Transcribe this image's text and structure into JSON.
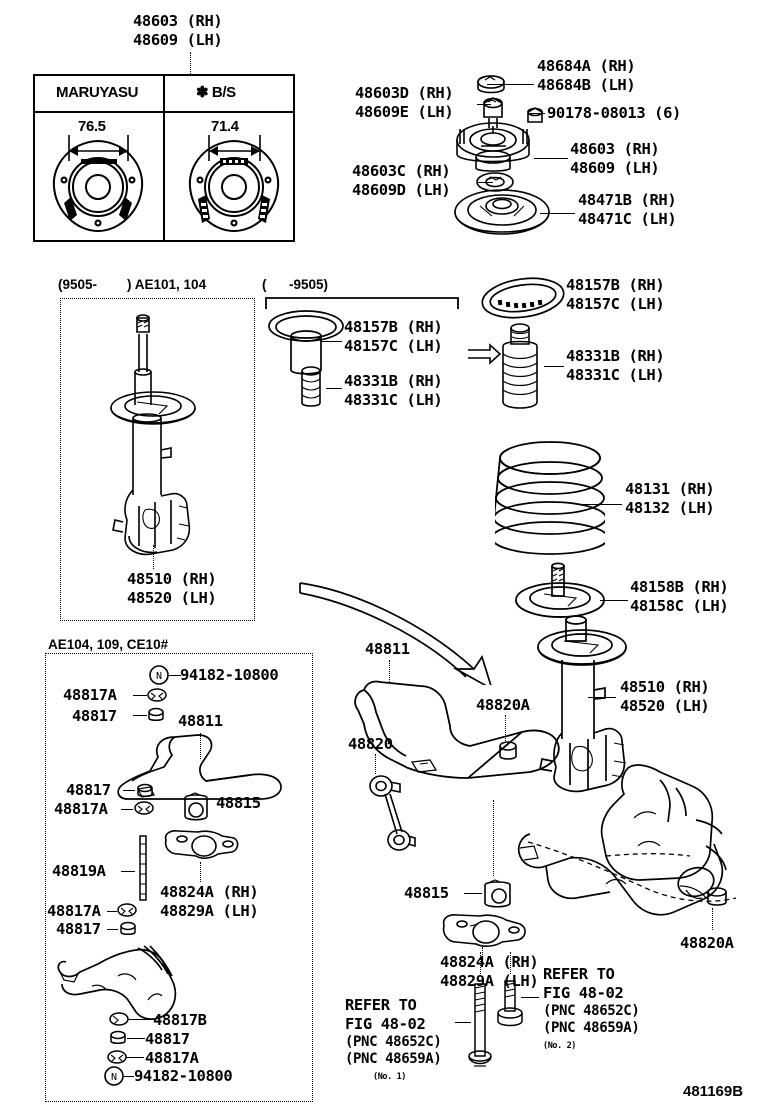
{
  "figure": {
    "id": "481169B",
    "title": "Front Spring & Shock Absorber / Stabilizer"
  },
  "top_callout": {
    "line1": "48603 (RH)",
    "line2": "48609 (LH)"
  },
  "comparison_table": {
    "columns": [
      {
        "header": "MARUYASU",
        "dimension": "76.5"
      },
      {
        "header": "✽ B/S",
        "dimension": "71.4"
      }
    ]
  },
  "top_right_labels": [
    {
      "name": "label-48684",
      "line1": "48684A (RH)",
      "line2": "48684B (LH)"
    },
    {
      "name": "label-48603D",
      "line1": "48603D (RH)",
      "line2": "48609E (LH)"
    },
    {
      "name": "label-90178",
      "line1": "90178-08013 (6)",
      "line2": ""
    },
    {
      "name": "label-48603",
      "line1": "48603 (RH)",
      "line2": "48609 (LH)"
    },
    {
      "name": "label-48603C",
      "line1": "48603C (RH)",
      "line2": "48609D (LH)"
    },
    {
      "name": "label-48471B",
      "line1": "48471B (RH)",
      "line2": "48471C (LH)"
    }
  ],
  "strut_panel": {
    "header": "(9505-        ) AE101, 104",
    "label_line1": "48510 (RH)",
    "label_line2": "48520 (LH)"
  },
  "old_panel": {
    "header": "(      -9505)",
    "labels": [
      {
        "name": "label-48157-old",
        "line1": "48157B (RH)",
        "line2": "48157C (LH)"
      },
      {
        "name": "label-48331-old",
        "line1": "48331B (RH)",
        "line2": "48331C (LH)"
      }
    ]
  },
  "middle_right_labels": [
    {
      "name": "label-48157",
      "line1": "48157B (RH)",
      "line2": "48157C (LH)"
    },
    {
      "name": "label-48331",
      "line1": "48331B (RH)",
      "line2": "48331C (LH)"
    },
    {
      "name": "label-48131",
      "line1": "48131 (RH)",
      "line2": "48132 (LH)"
    },
    {
      "name": "label-48158",
      "line1": "48158B (RH)",
      "line2": "48158C (LH)"
    },
    {
      "name": "label-48510-main",
      "line1": "48510 (RH)",
      "line2": "48520 (LH)"
    }
  ],
  "stabilizer_panel": {
    "header": "AE104, 109, CE10#",
    "labels": [
      {
        "name": "label-94182-top",
        "text": "94182-10800"
      },
      {
        "name": "label-48817A-1",
        "text": "48817A"
      },
      {
        "name": "label-48817-1",
        "text": "48817"
      },
      {
        "name": "label-48811-panel",
        "text": "48811"
      },
      {
        "name": "label-48817-2",
        "text": "48817"
      },
      {
        "name": "label-48817A-2",
        "text": "48817A"
      },
      {
        "name": "label-48815-panel",
        "text": "48815"
      },
      {
        "name": "label-48819A",
        "text": "48819A"
      },
      {
        "name": "label-48824A-panel-1",
        "text": "48824A (RH)"
      },
      {
        "name": "label-48829A-panel-1",
        "text": "48829A (LH)"
      },
      {
        "name": "label-48817A-3",
        "text": "48817A"
      },
      {
        "name": "label-48817-3",
        "text": "48817"
      },
      {
        "name": "label-48817B",
        "text": "48817B"
      },
      {
        "name": "label-48817-4",
        "text": "48817"
      },
      {
        "name": "label-48817A-4",
        "text": "48817A"
      },
      {
        "name": "label-94182-bottom",
        "text": "94182-10800"
      }
    ]
  },
  "main_assembly_labels": [
    {
      "name": "label-48811-main",
      "text": "48811"
    },
    {
      "name": "label-48820A-top",
      "text": "48820A"
    },
    {
      "name": "label-48820",
      "text": "48820"
    },
    {
      "name": "label-48815-main",
      "text": "48815"
    },
    {
      "name": "label-48820A-right",
      "text": "48820A"
    },
    {
      "name": "label-48824A-main",
      "text": "48824A (RH)"
    },
    {
      "name": "label-48829A-main",
      "text": "48829A (LH)"
    }
  ],
  "refer_blocks": [
    {
      "name": "refer-to-block-1",
      "line1": "REFER TO",
      "line2": "FIG 48-02",
      "line3": "(PNC 48652C)",
      "line4": "(PNC 48659A)",
      "line5": "(No. 1)"
    },
    {
      "name": "refer-to-block-2",
      "line1": "REFER TO",
      "line2": "FIG 48-02",
      "line3": "(PNC 48652C)",
      "line4": "(PNC 48659A)",
      "line5": "(No. 2)"
    }
  ],
  "colors": {
    "ink": "#000000",
    "paper": "#ffffff"
  }
}
